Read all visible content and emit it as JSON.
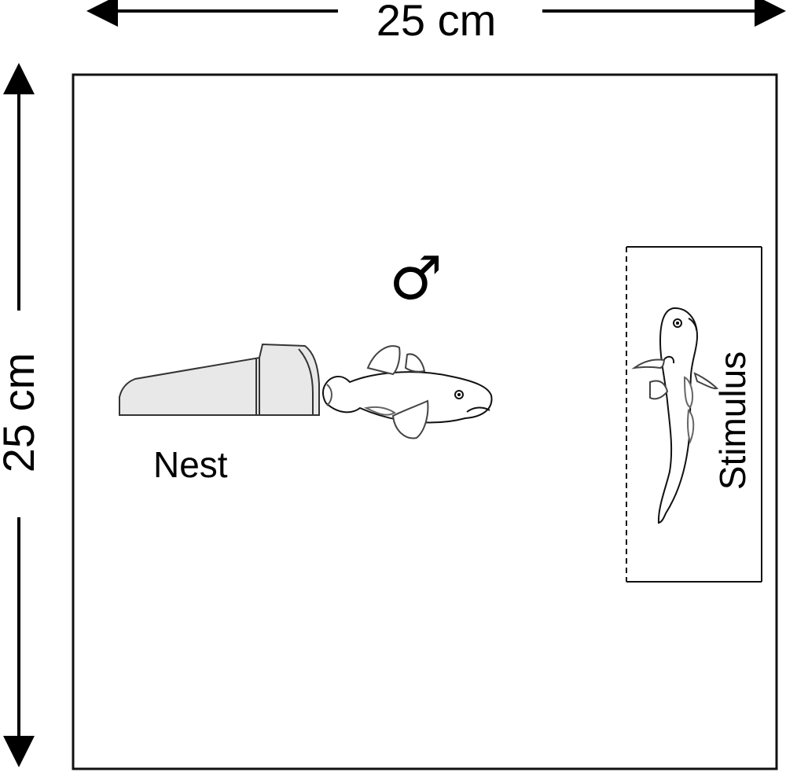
{
  "dimensions": {
    "width_label": "25 cm",
    "height_label": "25 cm"
  },
  "labels": {
    "nest": "Nest",
    "stimulus": "Stimulus",
    "male_symbol": "♂"
  },
  "icons": {
    "nest_pot": "flower-pot-icon",
    "focal_fish": "goby-fish-icon",
    "stimulus_fish": "goby-fish-icon"
  },
  "colors": {
    "line": "#000000",
    "pot_fill": "#e8e8e8",
    "fin_stroke": "#888888"
  }
}
